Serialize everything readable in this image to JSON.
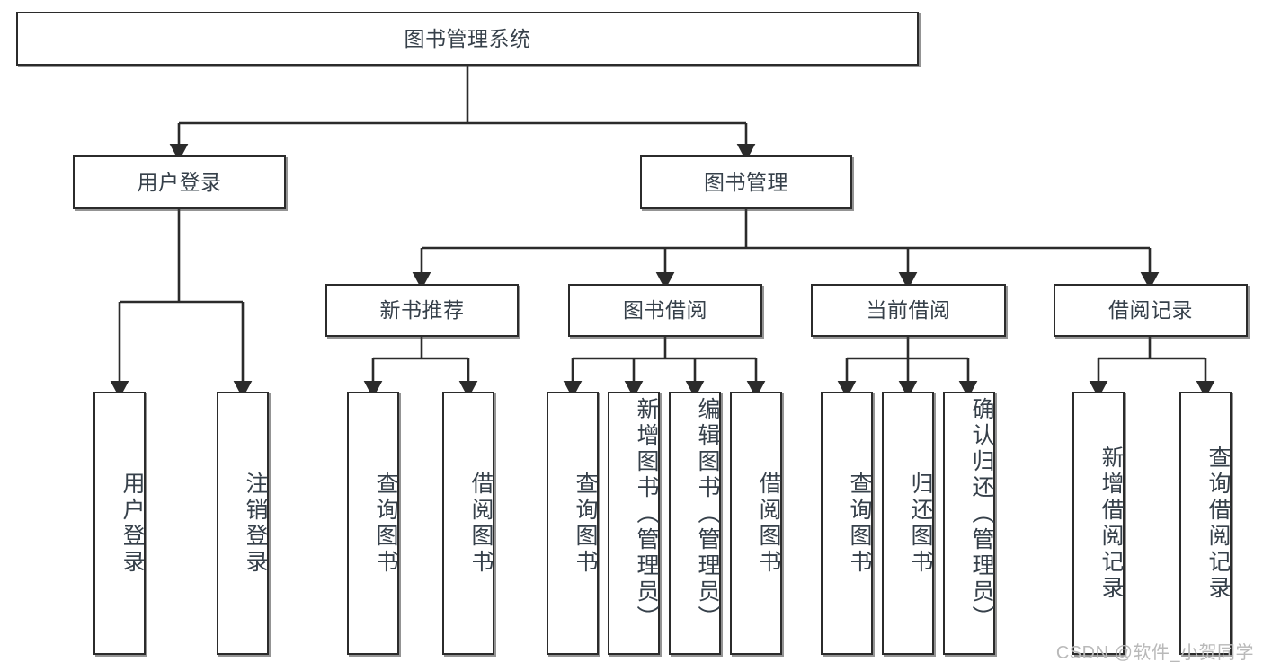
{
  "diagram": {
    "type": "tree-hierarchy",
    "title": "图书管理系统",
    "watermark": "CSDN @软件_小贺同学",
    "colors": {
      "box_border": "#2b2b2b",
      "box_fill": "#ffffff",
      "text": "#36404a",
      "connector": "#2b2b2b",
      "watermark": "#b9b9b9"
    },
    "levels": {
      "root": {
        "label": "图书管理系统"
      },
      "level1": [
        {
          "label": "用户登录"
        },
        {
          "label": "图书管理"
        }
      ],
      "level2": [
        {
          "label": "新书推荐"
        },
        {
          "label": "图书借阅"
        },
        {
          "label": "当前借阅"
        },
        {
          "label": "借阅记录"
        }
      ],
      "leaves": {
        "under_user_login": [
          {
            "label": "用户登录"
          },
          {
            "label": "注销登录"
          }
        ],
        "under_new_book": [
          {
            "label": "查询图书"
          },
          {
            "label": "借阅图书"
          }
        ],
        "under_borrow": [
          {
            "label": "查询图书"
          },
          {
            "label": "新增图书（管理员）"
          },
          {
            "label": "编辑图书（管理员）"
          },
          {
            "label": "借阅图书"
          }
        ],
        "under_current": [
          {
            "label": "查询图书"
          },
          {
            "label": "归还图书"
          },
          {
            "label": "确认归还（管理员）"
          }
        ],
        "under_record": [
          {
            "label": "新增借阅记录"
          },
          {
            "label": "查询借阅记录"
          }
        ]
      }
    }
  }
}
